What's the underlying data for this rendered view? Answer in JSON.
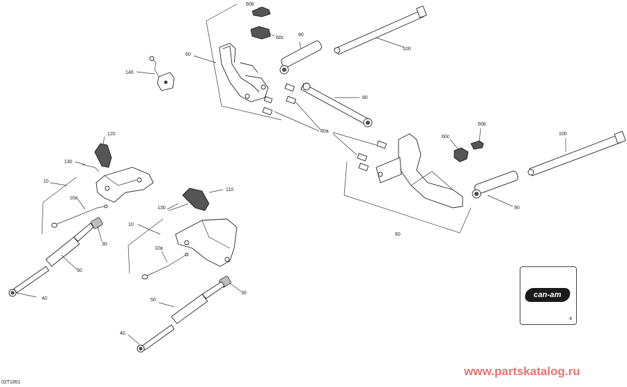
{
  "diagram": {
    "reference_code": "02T1851",
    "watermark": "www.partskatalog.ru",
    "logo": {
      "brand": "can-am",
      "page_number": "4"
    },
    "labels": {
      "l60b_top": "60b",
      "l60c_top": "60c",
      "l90_top": "90",
      "l100_top": "100",
      "l60_top": "60",
      "l140": "140",
      "l80": "80",
      "l60a": "60a",
      "l60c_right": "60c",
      "l60b_right": "60b",
      "l100_right": "100",
      "l90_right": "90",
      "l60_right": "60",
      "l120": "120",
      "l130_left": "130",
      "l10_left": "10",
      "l10a_left": "10a",
      "l30_left": "30",
      "l50_left": "50",
      "l40_left": "40",
      "l110": "110",
      "l130_mid": "130",
      "l10_mid": "10",
      "l10a_mid": "10a",
      "l30_mid": "30",
      "l50_mid": "50",
      "l40_mid": "40"
    }
  }
}
